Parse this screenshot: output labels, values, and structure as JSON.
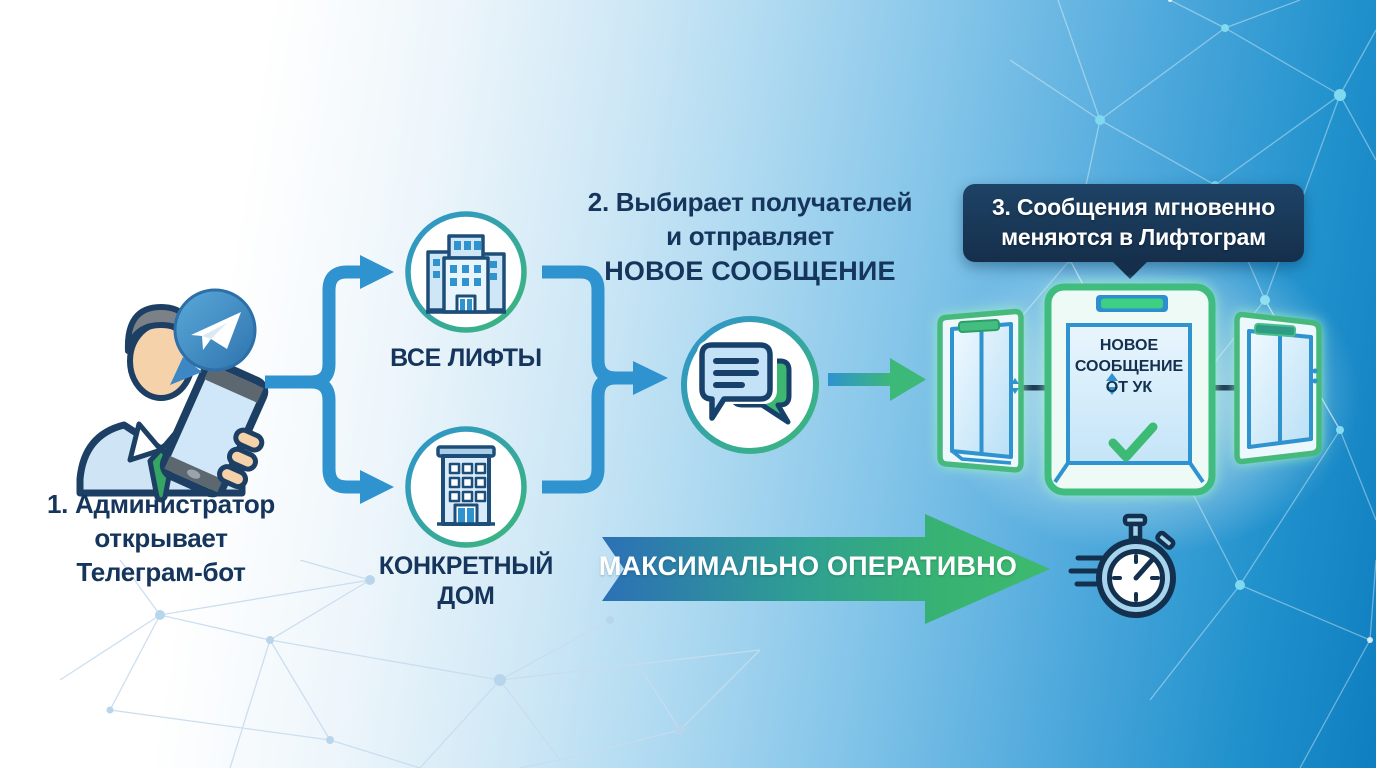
{
  "colors": {
    "navy-text": "#16355c",
    "flow-blue": "#2f93cf",
    "brand-green": "#3cb878",
    "banner-navy": "#152f4b",
    "telegram-blue": "#3a86c2",
    "bg-right-blue": "#0f7ec0"
  },
  "steps": [
    {
      "caption": "1. Администратор\nоткрывает\nТелеграм-бот"
    },
    {
      "line1": "2. Выбирает получателей",
      "line2": "и отправляет",
      "line3": "НОВОЕ СООБЩЕНИЕ"
    },
    {
      "caption": "3. Сообщения мгновенно\nменяются в Лифтограм"
    }
  ],
  "recipients": [
    {
      "label": "ВСЕ ЛИФТЫ",
      "icon": "city-buildings-icon"
    },
    {
      "label": "КОНКРЕТНЫЙ\nДОМ",
      "icon": "single-building-icon"
    }
  ],
  "elevator_display": {
    "message": "НОВОЕ\nСООБЩЕНИЕ\nОТ УК",
    "icon": "checkmark-icon"
  },
  "speed_banner": {
    "label": "МАКСИМАЛЬНО ОПЕРАТИВНО",
    "icon": "stopwatch-icon"
  },
  "icons": [
    "telegram-icon",
    "admin-person-icon",
    "smartphone-icon",
    "city-buildings-icon",
    "single-building-icon",
    "chat-messages-icon",
    "elevator-doors-icon",
    "elevator-screen-icon",
    "checkmark-icon",
    "stopwatch-icon"
  ]
}
